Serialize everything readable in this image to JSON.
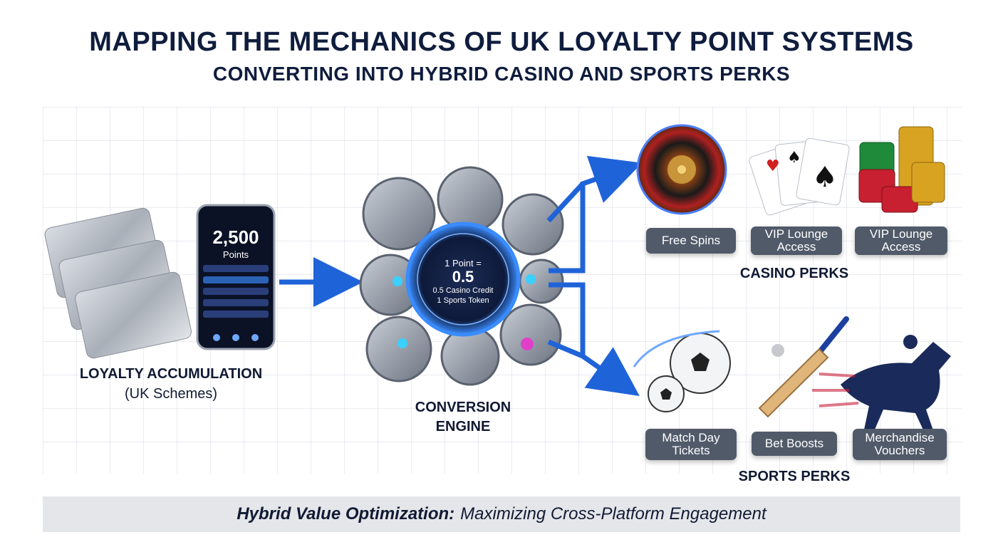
{
  "title": {
    "line1": "MAPPING THE MECHANICS OF UK LOYALTY POINT SYSTEMS",
    "line2": "CONVERTING INTO HYBRID CASINO AND SPORTS PERKS"
  },
  "loyalty": {
    "label": "LOYALTY ACCUMULATION",
    "sublabel": "(UK Schemes)",
    "phone_points": "2,500",
    "phone_points_unit": "Points"
  },
  "engine": {
    "label_line1": "CONVERSION",
    "label_line2": "ENGINE",
    "rate_line1": "1 Point =",
    "rate_value": "0.5",
    "rate_line3": "0.5 Casino Credit",
    "rate_line4": "1 Sports Token"
  },
  "casino": {
    "heading": "CASINO PERKS",
    "perks": [
      "Free Spins",
      "VIP Lounge Access",
      "VIP Lounge Access"
    ]
  },
  "sports": {
    "heading": "SPORTS PERKS",
    "perks": [
      "Match Day Tickets",
      "Bet Boosts",
      "Merchandise Vouchers"
    ]
  },
  "banner": {
    "bold": "Hybrid Value Optimization:",
    "rest": "Maximizing Cross-Platform Engagement"
  },
  "colors": {
    "title": "#0f1d3d",
    "arrow": "#1f63d8",
    "chip": "#505a69",
    "banner_bg": "#e5e6ea",
    "engine_glow": "#3a8cff",
    "accent_pink": "#e040c8"
  }
}
